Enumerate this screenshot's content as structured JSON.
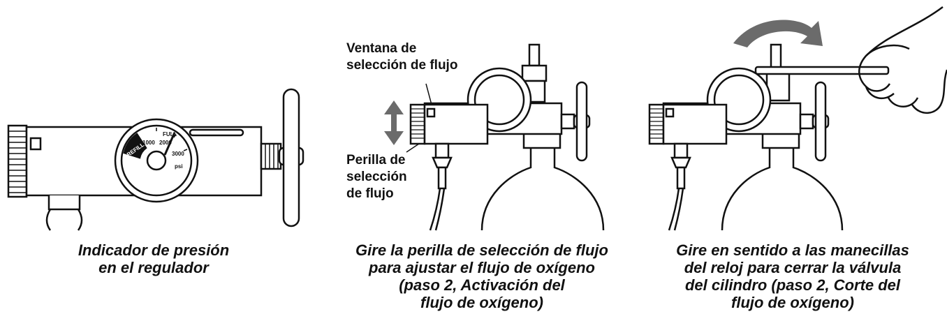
{
  "panels": [
    {
      "caption_lines": [
        "Indicador de presión",
        "en el regulador"
      ],
      "gauge": {
        "refill": "REFILL",
        "full": "FULL",
        "t1000": "1000",
        "t2000": "2000",
        "t3000": "3000",
        "unit": "psi"
      }
    },
    {
      "window_label_lines": [
        "Ventana de",
        "selección de flujo"
      ],
      "knob_label_lines": [
        "Perilla de",
        "selección",
        "de flujo"
      ],
      "caption_lines": [
        "Gire la perilla de selección de flujo",
        "para  ajustar el flujo de oxígeno",
        "(paso 2, Activación del",
        "flujo de oxígeno)"
      ]
    },
    {
      "caption_lines": [
        "Gire en sentido a las manecillas",
        "del reloj para cerrar la válvula",
        "del cilindro (paso 2, Corte del",
        "flujo de oxígeno)"
      ]
    }
  ],
  "colors": {
    "line": "#111111",
    "arrow": "#6b6b6b",
    "background": "#ffffff"
  }
}
